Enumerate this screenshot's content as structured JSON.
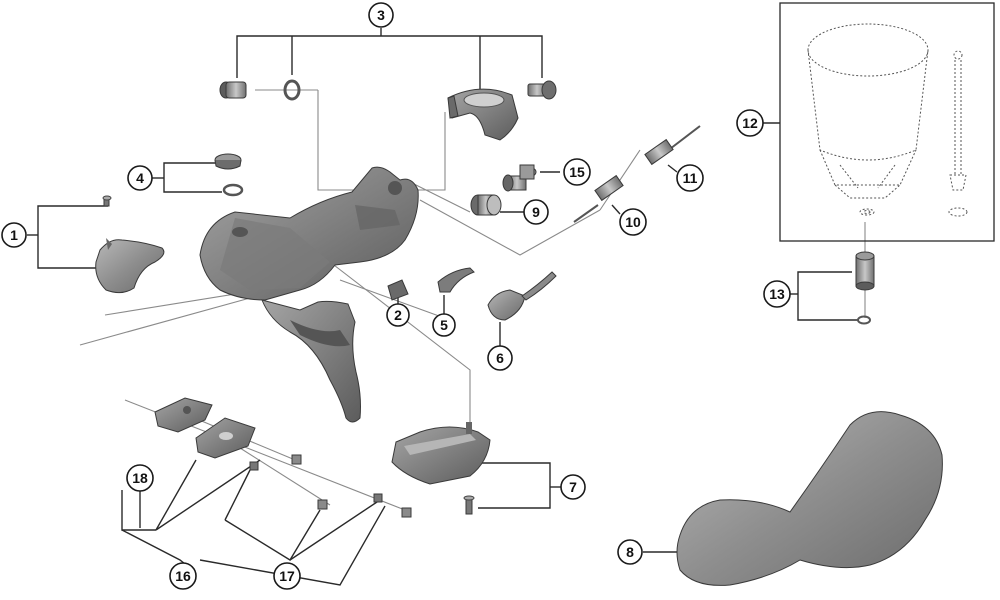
{
  "callouts": {
    "c1": "1",
    "c2": "2",
    "c3": "3",
    "c4": "4",
    "c5": "5",
    "c6": "6",
    "c7": "7",
    "c8": "8",
    "c9": "9",
    "c10": "10",
    "c11": "11",
    "c12": "12",
    "c13": "13",
    "c15": "15",
    "c16": "16",
    "c17": "17",
    "c18": "18"
  },
  "colors": {
    "part_fill": "#8c8c8c",
    "part_dark": "#5e5e5e",
    "part_light": "#b4b4b4",
    "lines": "#2a2a2a"
  }
}
